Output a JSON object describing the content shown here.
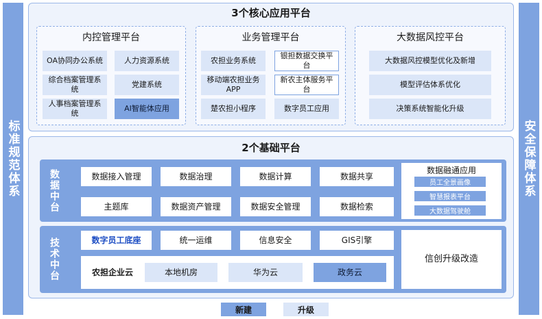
{
  "sides": {
    "left": "标准规范体系",
    "right": "安全保障体系"
  },
  "top": {
    "title": "3个核心应用平台",
    "internal": {
      "title": "内控管理平台",
      "items": [
        "OA协同办公系统",
        "人力资源系统",
        "综合档案管理系统",
        "党建系统",
        "人事档案管理系统",
        "AI智能体应用"
      ]
    },
    "business": {
      "title": "业务管理平台",
      "items": [
        "农担业务系统",
        "银担数据交换平台",
        "移动端农担业务APP",
        "新农主体服务平台",
        "楚农担小程序",
        "数字员工应用"
      ]
    },
    "bigdata": {
      "title": "大数据风控平台",
      "items": [
        "大数据风控模型优化及新增",
        "模型评估体系优化",
        "决策系统智能化升级"
      ]
    }
  },
  "bottom": {
    "title": "2个基础平台",
    "data_center": {
      "label": "数据中台",
      "row1": [
        "数据接入管理",
        "数据治理",
        "数据计算",
        "数据共享"
      ],
      "row2": [
        "主题库",
        "数据资产管理",
        "数据安全管理",
        "数据检索"
      ],
      "fusion": {
        "title": "数据融通应用",
        "items": [
          "员工全景画像",
          "智慧报表平台",
          "大数据驾驶舱"
        ]
      }
    },
    "tech_center": {
      "label": "技术中台",
      "row1": [
        "数字员工底座",
        "统一运维",
        "信息安全",
        "GIS引擎"
      ],
      "cloud": {
        "title": "农担企业云",
        "items": [
          "本地机房",
          "华为云",
          "政务云"
        ]
      },
      "xinchuang": "信创升级改造"
    }
  },
  "legend": {
    "new": "新建",
    "upgrade": "升级"
  },
  "colors": {
    "new": "#7ea3e0",
    "upgrade": "#dbe6f8",
    "accent_text": "#1f4fc4"
  }
}
